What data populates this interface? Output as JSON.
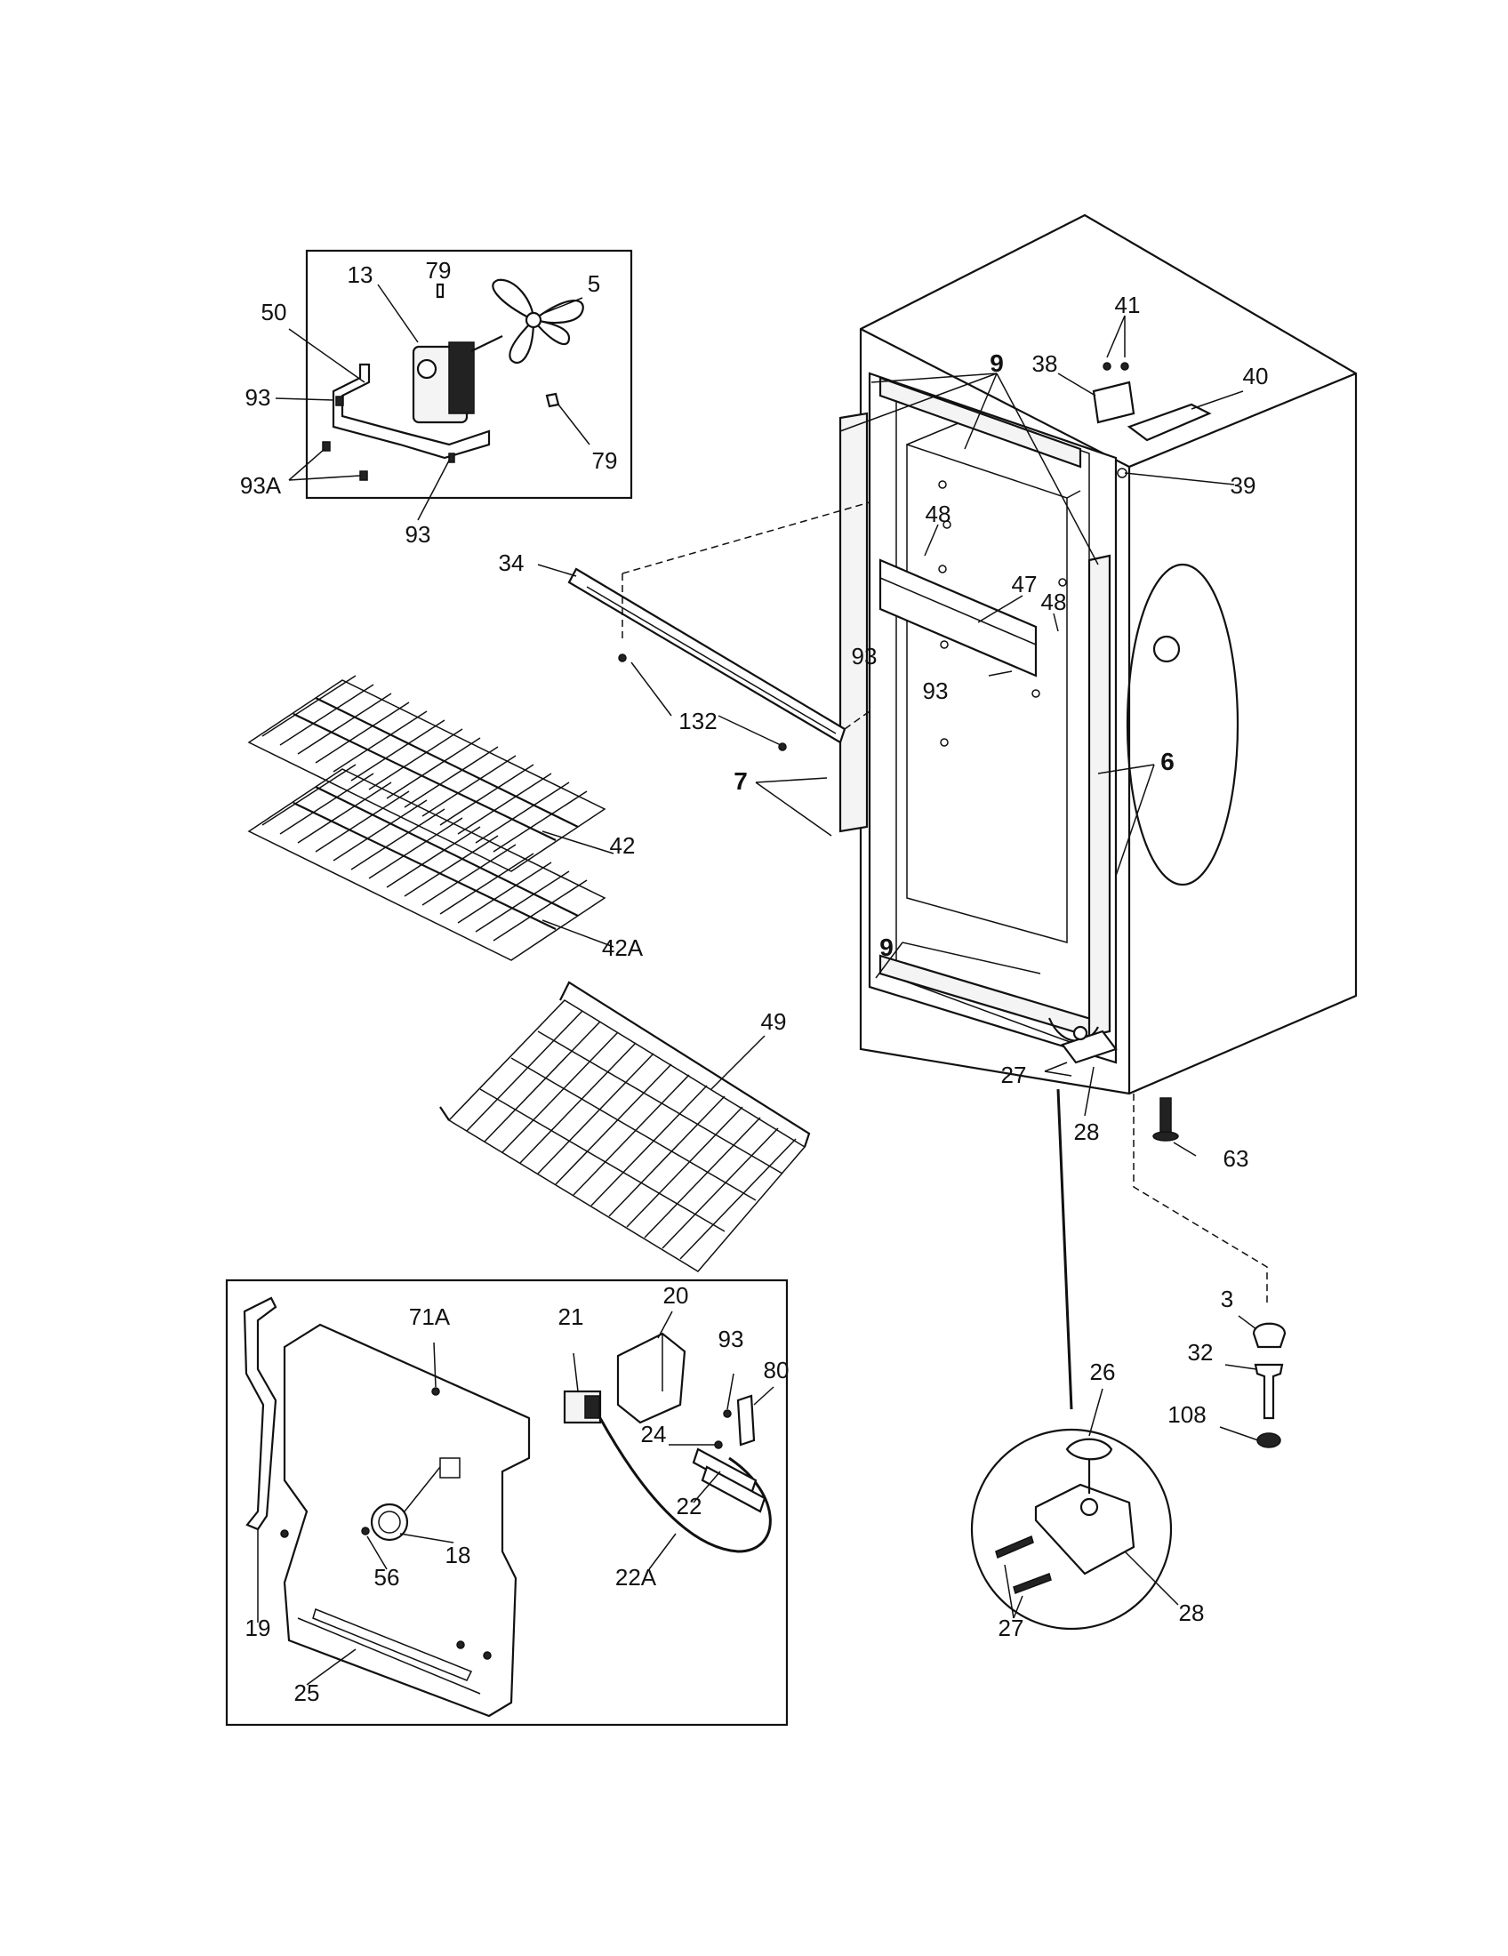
{
  "labels": {
    "p13": "13",
    "p79a": "79",
    "p5": "5",
    "p50": "50",
    "p93a": "93",
    "p79b": "79",
    "p93A": "93A",
    "p93b": "93",
    "p41": "41",
    "p9a": "9",
    "p38": "38",
    "p40": "40",
    "p39": "39",
    "p48a": "48",
    "p34": "34",
    "p47": "47",
    "p48b": "48",
    "p93c": "93",
    "p93d": "93",
    "p132": "132",
    "p7": "7",
    "p6": "6",
    "p42": "42",
    "p42A": "42A",
    "p9b": "9",
    "p49": "49",
    "p27a": "27",
    "p28a": "28",
    "p63": "63",
    "p20": "20",
    "p71A": "71A",
    "p21": "21",
    "p93e": "93",
    "p80": "80",
    "p24": "24",
    "p22": "22",
    "p18": "18",
    "p56": "56",
    "p22A": "22A",
    "p19": "19",
    "p25": "25",
    "p3": "3",
    "p32": "32",
    "p26": "26",
    "p108": "108",
    "p28b": "28",
    "p27b": "27"
  },
  "colors": {
    "line": "#111111",
    "background": "#ffffff"
  }
}
